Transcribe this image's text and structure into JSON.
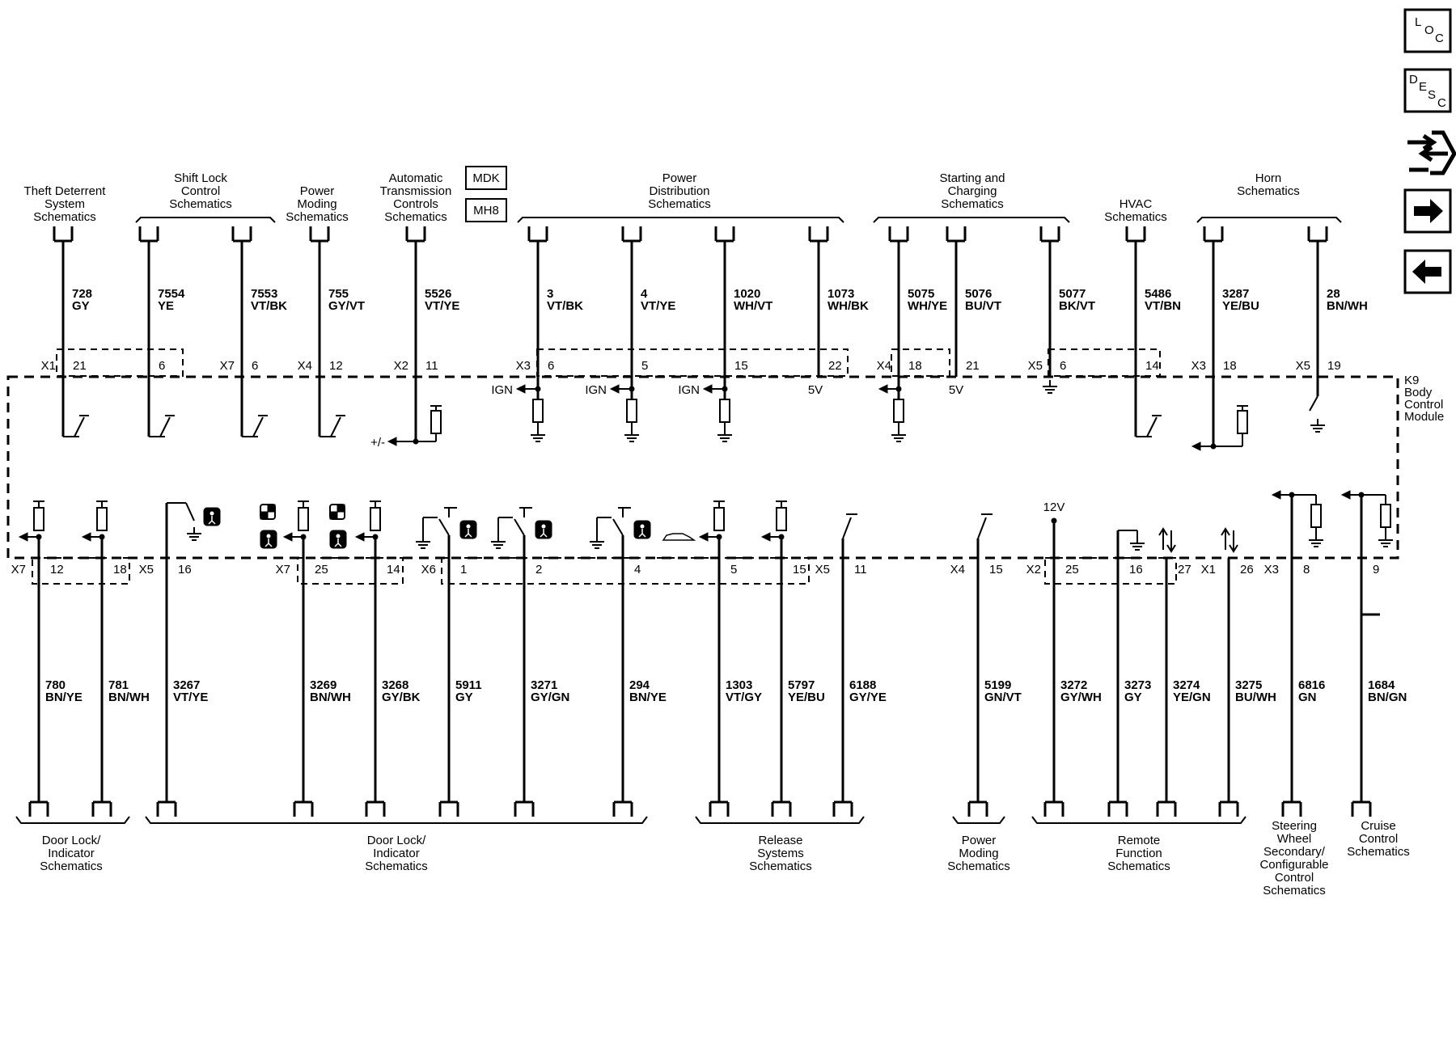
{
  "module_label": [
    "K9",
    "Body",
    "Control",
    "Module"
  ],
  "boxes": {
    "mdk": "MDK",
    "mh8": "MH8"
  },
  "nav": {
    "loc": {
      "l1": "L",
      "l2": "O",
      "l3": "C"
    },
    "desc": {
      "l1": "D",
      "l2": "E",
      "l3": "S",
      "l4": "C"
    }
  },
  "top_groups": [
    {
      "lines": [
        "Theft Deterrent",
        "System",
        "Schematics"
      ]
    },
    {
      "lines": [
        "Shift Lock",
        "Control",
        "Schematics"
      ]
    },
    {
      "lines": [
        "Power",
        "Moding",
        "Schematics"
      ]
    },
    {
      "lines": [
        "Automatic",
        "Transmission",
        "Controls",
        "Schematics"
      ]
    },
    {
      "lines": [
        "Power",
        "Distribution",
        "Schematics"
      ]
    },
    {
      "lines": [
        "Starting and",
        "Charging",
        "Schematics"
      ]
    },
    {
      "lines": [
        "HVAC",
        "Schematics"
      ]
    },
    {
      "lines": [
        "Horn",
        "Schematics"
      ]
    }
  ],
  "top_wires": [
    {
      "circuit": "728",
      "color": "GY",
      "conn": "X1",
      "pin": "21"
    },
    {
      "circuit": "7554",
      "color": "YE",
      "conn": "",
      "pin": "6"
    },
    {
      "circuit": "7553",
      "color": "VT/BK",
      "conn": "X7",
      "pin": "6"
    },
    {
      "circuit": "755",
      "color": "GY/VT",
      "conn": "X4",
      "pin": "12"
    },
    {
      "circuit": "5526",
      "color": "VT/YE",
      "conn": "X2",
      "pin": "11"
    },
    {
      "circuit": "3",
      "color": "VT/BK",
      "conn": "X3",
      "pin": "6"
    },
    {
      "circuit": "4",
      "color": "VT/YE",
      "conn": "",
      "pin": "5"
    },
    {
      "circuit": "1020",
      "color": "WH/VT",
      "conn": "",
      "pin": "15"
    },
    {
      "circuit": "1073",
      "color": "WH/BK",
      "conn": "",
      "pin": "22"
    },
    {
      "circuit": "5075",
      "color": "WH/YE",
      "conn": "X4",
      "pin": "18"
    },
    {
      "circuit": "5076",
      "color": "BU/VT",
      "conn": "",
      "pin": "21"
    },
    {
      "circuit": "5077",
      "color": "BK/VT",
      "conn": "X5",
      "pin": "6"
    },
    {
      "circuit": "5486",
      "color": "VT/BN",
      "conn": "",
      "pin": "14"
    },
    {
      "circuit": "3287",
      "color": "YE/BU",
      "conn": "X3",
      "pin": "18"
    },
    {
      "circuit": "28",
      "color": "BN/WH",
      "conn": "X5",
      "pin": "19"
    }
  ],
  "internal_labels": {
    "ign": "IGN",
    "five_v": "5V",
    "pm": "+/-",
    "twelve_v": "12V"
  },
  "bottom_wires": [
    {
      "circuit": "780",
      "color": "BN/YE",
      "conn": "X7",
      "pin": "12"
    },
    {
      "circuit": "781",
      "color": "BN/WH",
      "conn": "",
      "pin": "18"
    },
    {
      "circuit": "3267",
      "color": "VT/YE",
      "conn": "X5",
      "pin": "16"
    },
    {
      "circuit": "3269",
      "color": "BN/WH",
      "conn": "X7",
      "pin": "25"
    },
    {
      "circuit": "3268",
      "color": "GY/BK",
      "conn": "",
      "pin": "14"
    },
    {
      "circuit": "5911",
      "color": "GY",
      "conn": "X6",
      "pin": "1"
    },
    {
      "circuit": "3271",
      "color": "GY/GN",
      "conn": "",
      "pin": "2"
    },
    {
      "circuit": "294",
      "color": "BN/YE",
      "conn": "",
      "pin": "4"
    },
    {
      "circuit": "1303",
      "color": "VT/GY",
      "conn": "",
      "pin": "5"
    },
    {
      "circuit": "5797",
      "color": "YE/BU",
      "conn": "",
      "pin": "15"
    },
    {
      "circuit": "6188",
      "color": "GY/YE",
      "conn": "X5",
      "pin": "11"
    },
    {
      "circuit": "5199",
      "color": "GN/VT",
      "conn": "X4",
      "pin": "15"
    },
    {
      "circuit": "3272",
      "color": "GY/WH",
      "conn": "X2",
      "pin": "25"
    },
    {
      "circuit": "3273",
      "color": "GY",
      "conn": "",
      "pin": "16"
    },
    {
      "circuit": "3274",
      "color": "YE/GN",
      "conn": "",
      "pin": "27"
    },
    {
      "circuit": "3275",
      "color": "BU/WH",
      "conn": "X1",
      "pin": "26"
    },
    {
      "circuit": "6816",
      "color": "GN",
      "conn": "X3",
      "pin": "8"
    },
    {
      "circuit": "1684",
      "color": "BN/GN",
      "conn": "",
      "pin": "9"
    }
  ],
  "bottom_groups": [
    {
      "lines": [
        "Door Lock/",
        "Indicator",
        "Schematics"
      ]
    },
    {
      "lines": [
        "Door Lock/",
        "Indicator",
        "Schematics"
      ]
    },
    {
      "lines": [
        "Release",
        "Systems",
        "Schematics"
      ]
    },
    {
      "lines": [
        "Power",
        "Moding",
        "Schematics"
      ]
    },
    {
      "lines": [
        "Remote",
        "Function",
        "Schematics"
      ]
    },
    {
      "lines": [
        "Steering",
        "Wheel",
        "Secondary/",
        "Configurable",
        "Control",
        "Schematics"
      ]
    },
    {
      "lines": [
        "Cruise",
        "Control",
        "Schematics"
      ]
    }
  ]
}
